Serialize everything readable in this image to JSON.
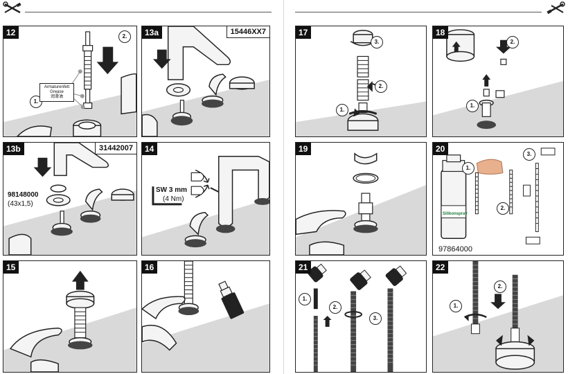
{
  "colors": {
    "surface": "#d9d9d9",
    "ink": "#111111",
    "chrome": "#f4f4f4"
  },
  "icons": {
    "header_left": "wrench-screwdriver-icon",
    "header_right": "wrench-screwdriver-icon"
  },
  "panels": {
    "p12": {
      "number": "12",
      "steps": [
        "1.",
        "2."
      ],
      "callout": [
        "Armaturenfett",
        "Grease",
        "润滑油"
      ]
    },
    "p13a": {
      "number": "13a",
      "code": "15446XX7"
    },
    "p13b": {
      "number": "13b",
      "code": "31442007",
      "part": "98148000",
      "part_dims": "(43x1,5)"
    },
    "p14": {
      "number": "14",
      "wrench_size": "SW 3 mm",
      "torque": "(4 Nm)"
    },
    "p15": {
      "number": "15"
    },
    "p16": {
      "number": "16"
    },
    "p17": {
      "number": "17",
      "steps": [
        "1.",
        "2.",
        "3."
      ]
    },
    "p18": {
      "number": "18",
      "steps": [
        "1.",
        "2."
      ]
    },
    "p19": {
      "number": "19"
    },
    "p20": {
      "number": "20",
      "steps": [
        "1.",
        "2.",
        "3."
      ],
      "part": "97864000",
      "product_label": "Silikonspray"
    },
    "p21": {
      "number": "21",
      "steps": [
        "1.",
        "2.",
        "3."
      ]
    },
    "p22": {
      "number": "22",
      "steps": [
        "1.",
        "2."
      ]
    }
  }
}
